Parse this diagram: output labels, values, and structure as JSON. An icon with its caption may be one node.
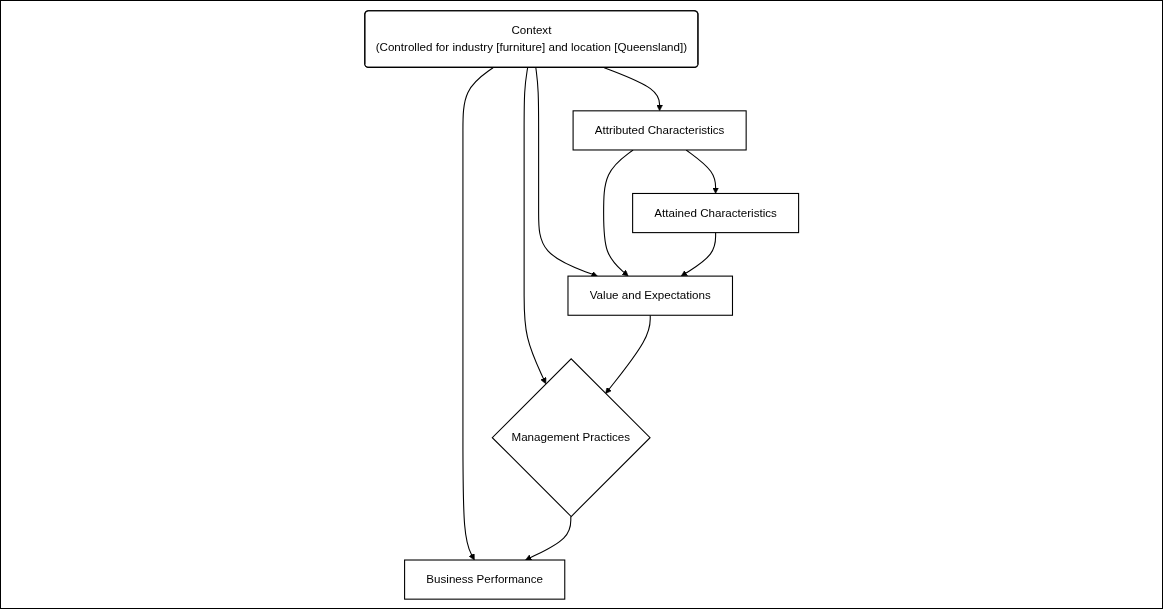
{
  "diagram": {
    "nodes": [
      {
        "text": [
          "Context",
          "(Controlled for industry [furniture] and location [Queensland])"
        ]
      },
      {
        "text": [
          "Attributed Characteristics"
        ]
      },
      {
        "text": [
          "Value and Expectations"
        ]
      },
      {
        "text": [
          "Management Practices"
        ]
      },
      {
        "text": [
          "Business Performance"
        ]
      },
      {
        "text": [
          "Attained Characteristics"
        ]
      }
    ],
    "edges": [
      {
        "from": 0,
        "to": 1,
        "arrow": "to"
      },
      {
        "from": 0,
        "to": 2,
        "arrow": "to"
      },
      {
        "from": 0,
        "to": 3,
        "arrow": "to"
      },
      {
        "from": 0,
        "to": 4,
        "arrow": "to"
      },
      {
        "from": 1,
        "to": 2,
        "arrow": "to"
      },
      {
        "from": 2,
        "to": 3,
        "arrow": "to"
      },
      {
        "from": 3,
        "to": 4,
        "arrow": "to"
      },
      {
        "from": 1,
        "to": 5,
        "arrow": "to"
      },
      {
        "from": 5,
        "to": 2,
        "arrow": "to"
      }
    ]
  }
}
